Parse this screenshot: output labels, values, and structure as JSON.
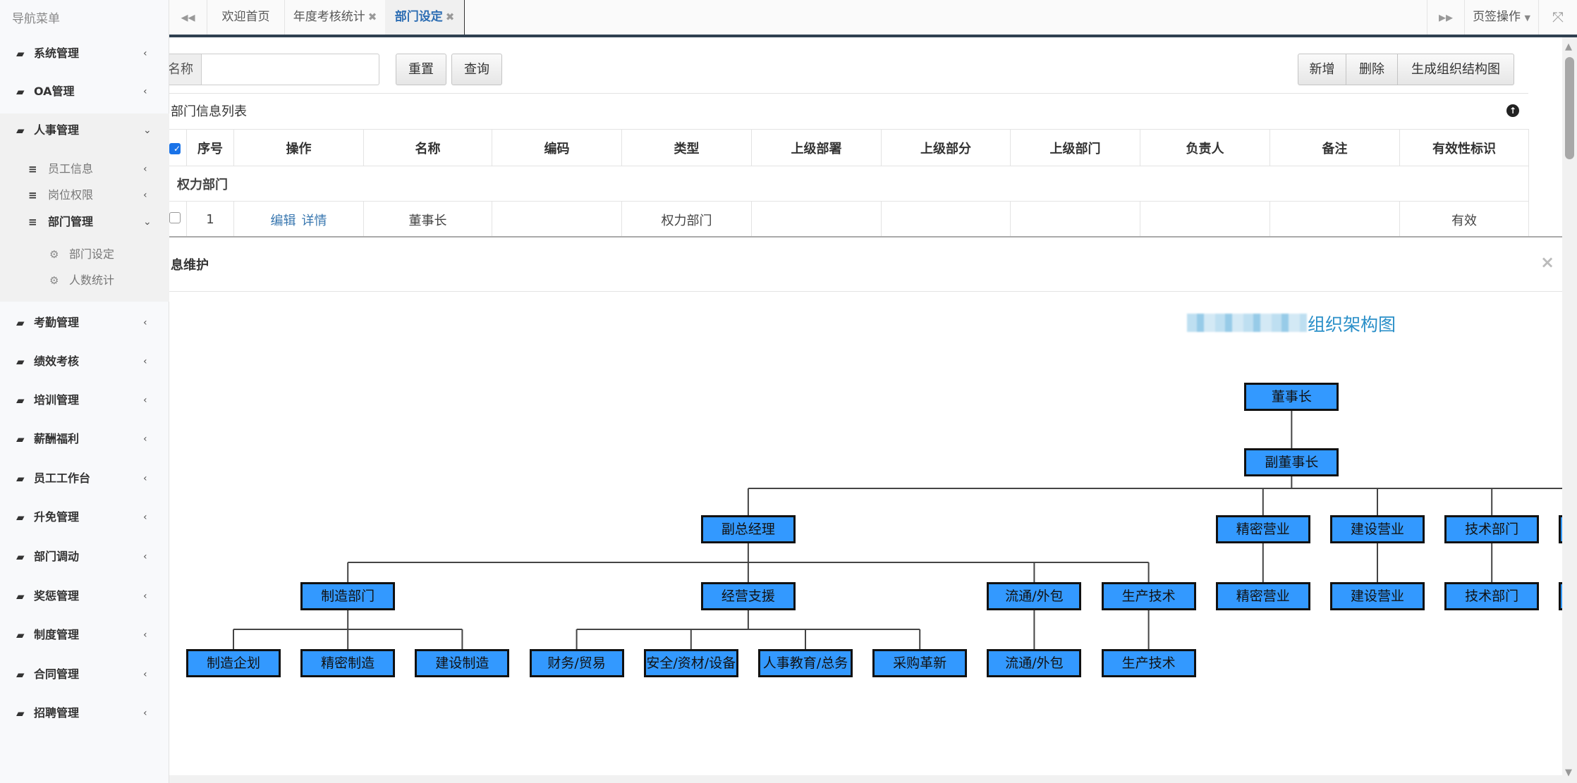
{
  "sidebar": {
    "header": "导航菜单",
    "items": [
      {
        "label": "系统管理"
      },
      {
        "label": "OA管理"
      },
      {
        "label": "人事管理"
      },
      {
        "label": "员工信息"
      },
      {
        "label": "岗位权限"
      },
      {
        "label": "部门管理"
      },
      {
        "label": "部门设定"
      },
      {
        "label": "人数统计"
      },
      {
        "label": "考勤管理"
      },
      {
        "label": "绩效考核"
      },
      {
        "label": "培训管理"
      },
      {
        "label": "薪酬福利"
      },
      {
        "label": "员工工作台"
      },
      {
        "label": "升免管理"
      },
      {
        "label": "部门调动"
      },
      {
        "label": "奖惩管理"
      },
      {
        "label": "制度管理"
      },
      {
        "label": "合同管理"
      },
      {
        "label": "招聘管理"
      }
    ]
  },
  "tabs": {
    "items": [
      {
        "label": "欢迎首页"
      },
      {
        "label": "年度考核统计"
      },
      {
        "label": "部门设定"
      }
    ],
    "active": "部门设定",
    "tab_ops": "页签操作"
  },
  "search": {
    "label": "名称",
    "value": "",
    "reset": "重置",
    "query": "查询"
  },
  "toolbar": {
    "add": "新增",
    "delete": "删除",
    "generate": "生成组织结构图"
  },
  "list": {
    "title": "部门信息列表",
    "columns": [
      "序号",
      "操作",
      "名称",
      "编码",
      "类型",
      "上级部署",
      "上级部分",
      "上级部门",
      "负责人",
      "备注",
      "有效性标识"
    ],
    "group": "权力部门",
    "rows": [
      {
        "index": "1",
        "edit": "编辑",
        "detail": "详情",
        "name": "董事长",
        "code": "",
        "type": "权力部门",
        "upper_office": "",
        "upper_division": "",
        "upper_dept": "",
        "owner": "",
        "remark": "",
        "valid": "有效"
      }
    ]
  },
  "modal": {
    "title": "息维护"
  },
  "org_chart": {
    "title": "组织架构图",
    "node_color": "#3399ff",
    "root": {
      "label": "董事长",
      "children": [
        {
          "label": "副董事长",
          "children": [
            {
              "label": "副总经理",
              "children": [
                {
                  "label": "制造部门",
                  "children": [
                    {
                      "label": "制造企划"
                    },
                    {
                      "label": "精密制造"
                    },
                    {
                      "label": "建设制造"
                    }
                  ]
                },
                {
                  "label": "经营支援",
                  "children": [
                    {
                      "label": "财务/贸易"
                    },
                    {
                      "label": "安全/资材/设备"
                    },
                    {
                      "label": "人事教育/总务"
                    },
                    {
                      "label": "采购革新"
                    }
                  ]
                },
                {
                  "label": "流通/外包",
                  "children": [
                    {
                      "label": "流通/外包"
                    }
                  ]
                },
                {
                  "label": "生产技术",
                  "children": [
                    {
                      "label": "生产技术"
                    }
                  ]
                }
              ]
            },
            {
              "label": "精密营业",
              "children": [
                {
                  "label": "精密营业"
                }
              ]
            },
            {
              "label": "建设营业",
              "children": [
                {
                  "label": "建设营业"
                }
              ]
            },
            {
              "label": "技术部门",
              "children": [
                {
                  "label": "技术部门"
                }
              ]
            },
            {
              "label": "",
              "children": [
                {
                  "label": ""
                }
              ]
            }
          ]
        }
      ]
    }
  }
}
